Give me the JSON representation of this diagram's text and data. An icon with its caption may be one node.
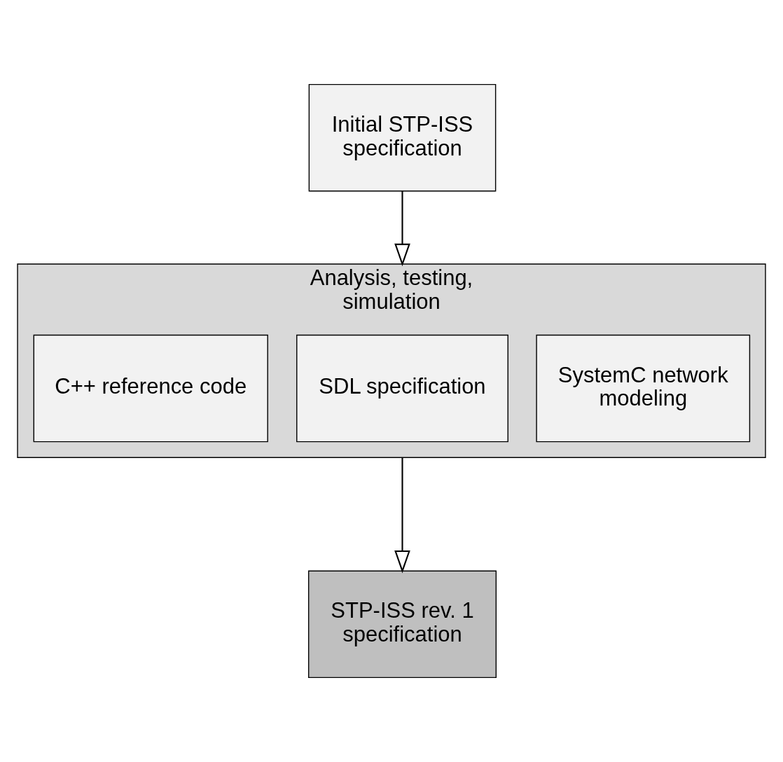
{
  "diagram": {
    "nodes": [
      {
        "text": [
          "Initial STP-ISS specification"
        ]
      },
      {
        "text": [
          "Analysis, testing, simulation"
        ]
      },
      {
        "text": [
          "C++ reference code"
        ],
        "in": 1
      },
      {
        "text": [
          "SDL specification"
        ],
        "in": 1
      },
      {
        "text": [
          "SystemC network modeling"
        ],
        "in": 1
      },
      {
        "text": [
          "STP-ISS rev. 1 specification"
        ]
      }
    ],
    "edges": [
      {
        "from": 0,
        "to": 1,
        "arrow": "to"
      },
      {
        "from": 1,
        "to": 5,
        "arrow": "to"
      }
    ]
  }
}
